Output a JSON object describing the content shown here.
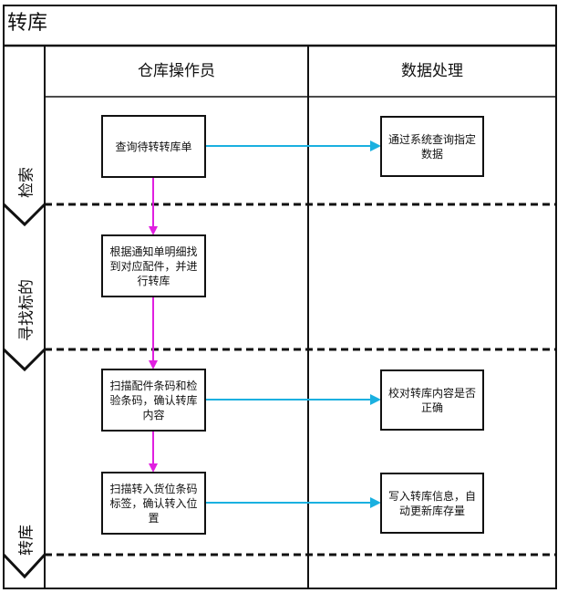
{
  "title": "转库",
  "lanes": [
    {
      "label": "仓库操作员"
    },
    {
      "label": "数据处理"
    }
  ],
  "phases": [
    {
      "label": "检索"
    },
    {
      "label": "寻找标的"
    },
    {
      "label": "转库"
    }
  ],
  "steps": [
    {
      "id": "s1",
      "lane": "仓库操作员",
      "phase": "检索",
      "text": "查询待转转库单"
    },
    {
      "id": "s2",
      "lane": "数据处理",
      "phase": "检索",
      "text": "通过系统查询指定数据"
    },
    {
      "id": "s3",
      "lane": "仓库操作员",
      "phase": "寻找标的",
      "text": "根据通知单明细找到对应配件，并进行转库"
    },
    {
      "id": "s4",
      "lane": "仓库操作员",
      "phase": "转库",
      "text": "扫描配件条码和检验条码，确认转库内容"
    },
    {
      "id": "s5",
      "lane": "数据处理",
      "phase": "转库",
      "text": "校对转库内容是否正确"
    },
    {
      "id": "s6",
      "lane": "仓库操作员",
      "phase": "转库",
      "text": "扫描转入货位条码标签，确认转入位置"
    },
    {
      "id": "s7",
      "lane": "数据处理",
      "phase": "转库",
      "text": "写入转库信息，自动更新库存量"
    }
  ],
  "connectors": [
    {
      "from": "s1",
      "to": "s2",
      "color": "#1ab0e0",
      "kind": "data"
    },
    {
      "from": "s1",
      "to": "s3",
      "color": "#e020e0",
      "kind": "flow"
    },
    {
      "from": "s3",
      "to": "s4",
      "color": "#e020e0",
      "kind": "flow"
    },
    {
      "from": "s4",
      "to": "s5",
      "color": "#1ab0e0",
      "kind": "data"
    },
    {
      "from": "s4",
      "to": "s6",
      "color": "#e020e0",
      "kind": "flow"
    },
    {
      "from": "s6",
      "to": "s7",
      "color": "#1ab0e0",
      "kind": "data"
    }
  ],
  "colors": {
    "flow_arrow": "#e020e0",
    "data_arrow": "#1ab0e0",
    "border": "#111111"
  }
}
